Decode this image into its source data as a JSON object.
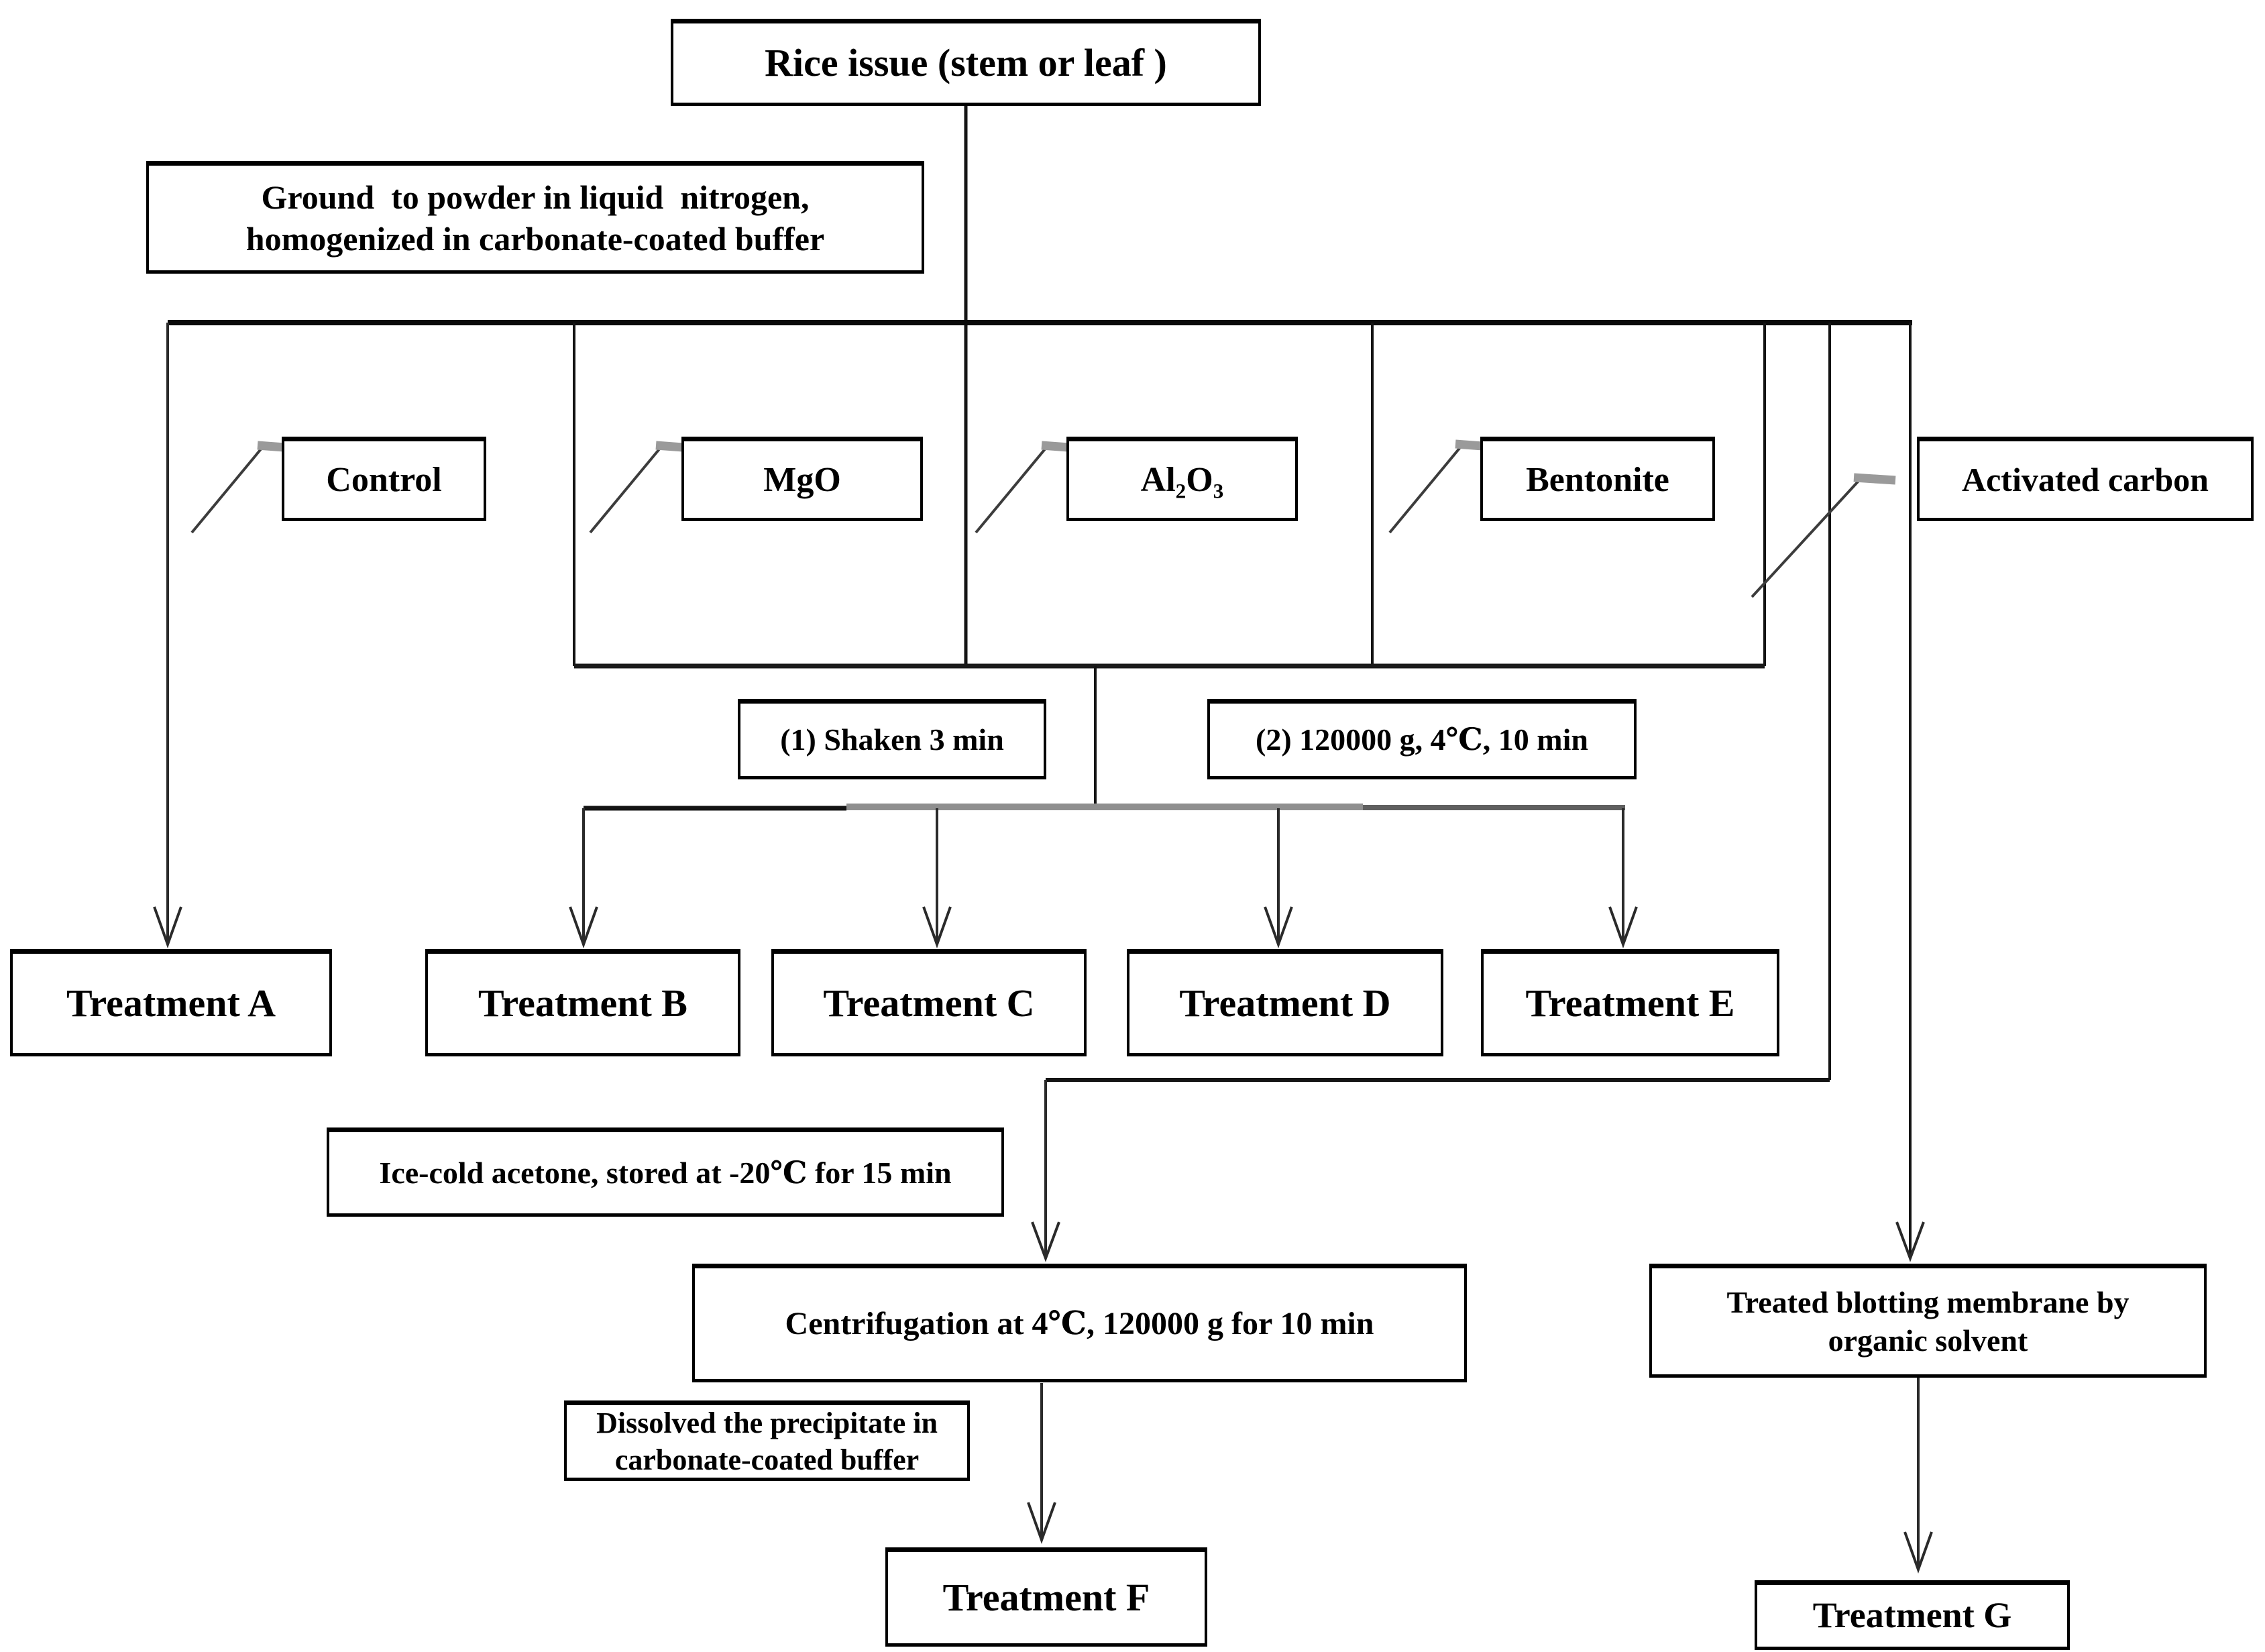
{
  "diagram": {
    "title": "Rice tissue treatment flowchart",
    "nodes": {
      "rice": {
        "label": "Rice issue (stem or leaf )"
      },
      "ground": {
        "line1": "Ground  to powder in liquid  nitrogen,",
        "line2": "homogenized in carbonate-coated buffer"
      },
      "control": {
        "label": "Control"
      },
      "mgo": {
        "label": "MgO"
      },
      "al2o3": {
        "label": "Al₂O₃"
      },
      "bentonite": {
        "label": "Bentonite"
      },
      "activated_carbon": {
        "label": "Activated carbon"
      },
      "shaken": {
        "label": "(1) Shaken 3 min"
      },
      "ultracentrifuge": {
        "label": "(2) 120000 g, 4℃, 10 min"
      },
      "treatment_a": {
        "label": "Treatment A"
      },
      "treatment_b": {
        "label": "Treatment B"
      },
      "treatment_c": {
        "label": "Treatment C"
      },
      "treatment_d": {
        "label": "Treatment D"
      },
      "treatment_e": {
        "label": "Treatment E"
      },
      "ice_cold_acetone": {
        "label": "Ice-cold acetone, stored at -20℃ for 15 min"
      },
      "centrifugation": {
        "label": "Centrifugation at 4℃, 120000 g for 10 min"
      },
      "dissolved": {
        "line1": "Dissolved the precipitate in",
        "line2": "carbonate-coated buffer"
      },
      "treatment_f": {
        "label": "Treatment F"
      },
      "treated_membrane": {
        "line1": "Treated blotting membrane by",
        "line2": "organic solvent"
      },
      "treatment_g": {
        "label": "Treatment G"
      }
    },
    "colors": {
      "line": "#141414",
      "gray_segment": "#8f8f8f",
      "dark_gray_segment": "#5f5f5f",
      "slash": "#3c3c3c",
      "slash_dash": "#9a9a9a",
      "border": "#000000",
      "background": "#ffffff",
      "text": "#000000"
    }
  }
}
